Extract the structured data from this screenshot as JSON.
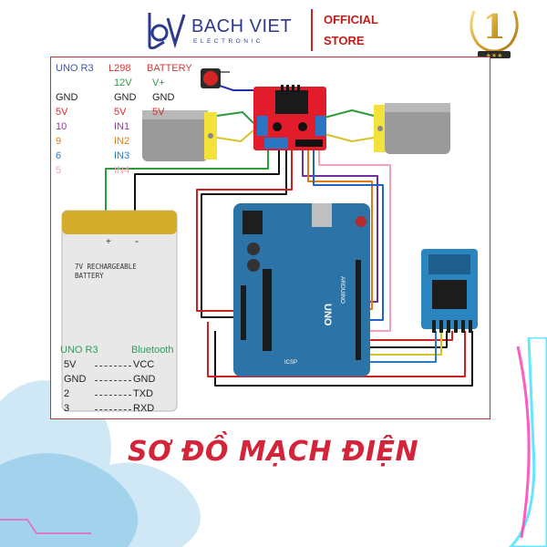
{
  "brand": {
    "name": "BACH VIET",
    "sub": "ELECTRONIC",
    "store_line1": "OFFICIAL",
    "store_line2": "STORE",
    "badge_number": "1"
  },
  "top_table": {
    "headers": [
      "UNO R3",
      "L298",
      "BATTERY"
    ],
    "header_colors": [
      "#3f57a8",
      "#cc3b3b",
      "#cc3b3b"
    ],
    "rows": [
      {
        "cells": [
          "",
          "12V",
          "V+"
        ],
        "colors": [
          "#222222",
          "#2d9a4a",
          "#2d9a4a"
        ]
      },
      {
        "cells": [
          "GND",
          "GND",
          "GND"
        ],
        "colors": [
          "#222222",
          "#222222",
          "#222222"
        ]
      },
      {
        "cells": [
          "5V",
          "5V",
          "5V"
        ],
        "colors": [
          "#d62d2d",
          "#d62d2d",
          "#d62d2d"
        ]
      },
      {
        "cells": [
          "10",
          "IN1",
          ""
        ],
        "colors": [
          "#8b3d9a",
          "#8b3d9a",
          "#8b3d9a"
        ]
      },
      {
        "cells": [
          "9",
          "IN2",
          ""
        ],
        "colors": [
          "#e0821f",
          "#e0821f",
          "#e0821f"
        ]
      },
      {
        "cells": [
          "6",
          "IN3",
          ""
        ],
        "colors": [
          "#2e7bc4",
          "#2e7bc4",
          "#2e7bc4"
        ]
      },
      {
        "cells": [
          "5",
          "IN4",
          ""
        ],
        "colors": [
          "#f0a6b8",
          "#f0a6b8",
          "#f0a6b8"
        ]
      }
    ]
  },
  "battery": {
    "label_line1": "7V RECHARGEABLE",
    "label_line2": "BATTERY",
    "plus": "+",
    "minus": "-"
  },
  "bottom_table": {
    "headers": [
      "UNO R3",
      "Bluetooth"
    ],
    "rows": [
      {
        "left": "5V",
        "right": "VCC"
      },
      {
        "left": "GND",
        "right": "GND"
      },
      {
        "left": "2",
        "right": "TXD"
      },
      {
        "left": "3",
        "right": "RXD"
      }
    ],
    "header_color": "#2e9d5c",
    "row_color": "#222222"
  },
  "arduino": {
    "logo": "UNO",
    "brand": "ARDUINO",
    "icsp": "ICSP"
  },
  "title": "SƠ ĐỒ MẠCH ĐIỆN",
  "colors": {
    "arduino": "#2c73a8",
    "l298": "#e21c2a",
    "motor_body": "#9a9a9a",
    "motor_face": "#f2e23a",
    "bluetooth": "#2b86bf",
    "battery_top": "#d4ad2b",
    "battery_body": "#e8e8e8",
    "title": "#d4243a",
    "accent": "#2b3a8f"
  }
}
